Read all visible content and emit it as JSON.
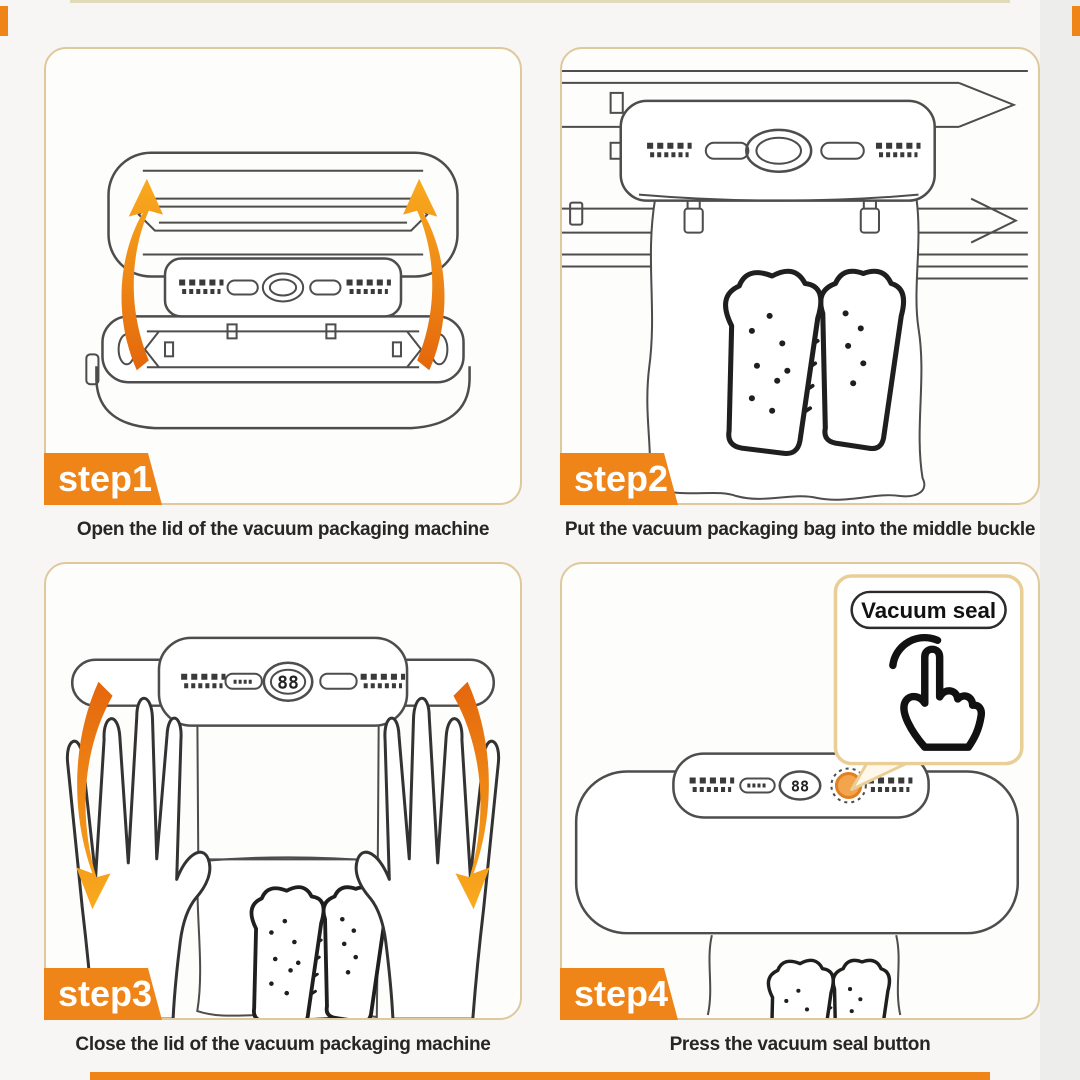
{
  "steps": [
    {
      "badge": "step1",
      "caption": "Open the lid of the vacuum packaging machine"
    },
    {
      "badge": "step2",
      "caption": "Put the vacuum packaging bag into the middle buckle"
    },
    {
      "badge": "step3",
      "caption": "Close the lid of the vacuum packaging machine"
    },
    {
      "badge": "step4",
      "caption": "Press the vacuum seal button"
    }
  ],
  "display": {
    "value": "88"
  },
  "callout": {
    "label": "Vacuum seal"
  },
  "colors": {
    "accent_orange": "#ef8418",
    "panel_border": "#dfc89b",
    "callout_border": "#e9cf96",
    "line_art": "#4d4d4d",
    "arrow_dark": "#e4660c",
    "arrow_light": "#f9ab1e",
    "button_highlight": "#f3a54e",
    "page_bg": "#f7f6f4"
  },
  "icons": {
    "hand_tap_icon": "pointing-hand-with-tap-arc",
    "arrow_up_icon": "curved-arrow-up",
    "arrow_down_icon": "curved-arrow-down"
  }
}
